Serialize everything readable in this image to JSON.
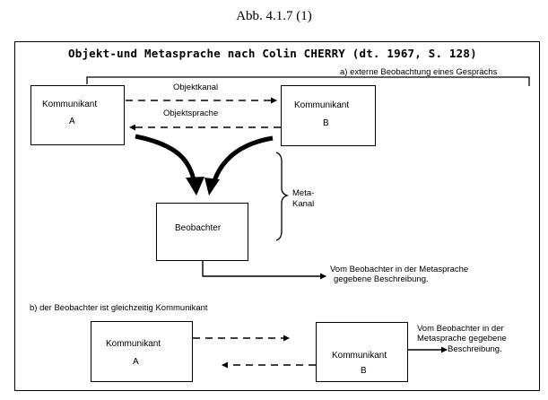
{
  "figure_heading": "Abb. 4.1.7 (1)",
  "title": "Objekt-und Metasprache nach Colin CHERRY (dt. 1967, S. 128)",
  "part_a": {
    "caption": "a) externe Beobachtung eines Gesprächs",
    "communicant_a": {
      "label": "Kommunikant",
      "id": "A"
    },
    "communicant_b": {
      "label": "Kommunikant",
      "id": "B"
    },
    "object_channel": "Objektkanal",
    "object_language": "Objektsprache",
    "meta_channel": [
      "Meta-",
      "Kanal"
    ],
    "observer": "Beobachter",
    "description": [
      "Vom Beobachter in der Metasprache",
      "gegebene Beschreibung."
    ]
  },
  "part_b": {
    "caption": "b) der Beobachter ist gleichzeitig Kommunikant",
    "communicant_a": {
      "label": "Kommunikant",
      "id": "A"
    },
    "communicant_b": {
      "label": "Kommunikant",
      "id": "B"
    },
    "description": [
      "Vom Beobachter in der",
      "Metasprache gegebene",
      "Beschreibung."
    ]
  }
}
